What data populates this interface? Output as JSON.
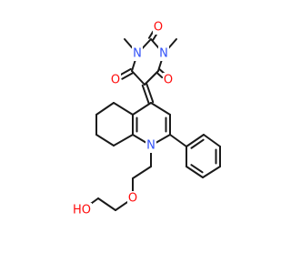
{
  "diagram": {
    "type": "chemical-structure",
    "colors": {
      "bond": "#1a1a1a",
      "O": "#ff0d0d",
      "N": "#3050f8",
      "C": "#1a1a1a"
    },
    "atom_labels": {
      "o_top": "O",
      "o_left": "O",
      "o_right": "O",
      "n_pyr_left": "N",
      "n_pyr_right": "N",
      "n_quin": "N",
      "o_ether": "O",
      "ho": "HO"
    }
  }
}
